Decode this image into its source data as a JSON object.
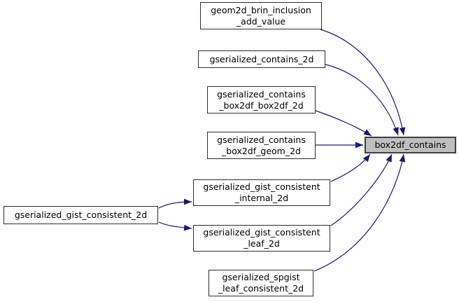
{
  "graph": {
    "kind": "doxygen-caller-graph",
    "colors": {
      "background": "#ffffff",
      "edge": "#191970",
      "node_fill": "#ffffff",
      "node_border": "#2e2e2e",
      "highlight_fill": "#bfbfbf",
      "highlight_border": "#404040",
      "text": "#000000"
    },
    "nodes": [
      {
        "id": "geom2d_brin_inclusion_add_value",
        "lines": [
          "geom2d_brin_inclusion",
          "_add_value"
        ]
      },
      {
        "id": "gserialized_contains_2d",
        "lines": [
          "gserialized_contains_2d"
        ]
      },
      {
        "id": "gserialized_contains_box2df_box2df_2d",
        "lines": [
          "gserialized_contains",
          "_box2df_box2df_2d"
        ]
      },
      {
        "id": "gserialized_contains_box2df_geom_2d",
        "lines": [
          "gserialized_contains",
          "_box2df_geom_2d"
        ]
      },
      {
        "id": "gserialized_gist_consistent_internal_2d",
        "lines": [
          "gserialized_gist_consistent",
          "_internal_2d"
        ]
      },
      {
        "id": "gserialized_gist_consistent_leaf_2d",
        "lines": [
          "gserialized_gist_consistent",
          "_leaf_2d"
        ]
      },
      {
        "id": "gserialized_spgist_leaf_consistent_2d",
        "lines": [
          "gserialized_spgist",
          "_leaf_consistent_2d"
        ]
      },
      {
        "id": "gserialized_gist_consistent_2d",
        "lines": [
          "gserialized_gist_consistent_2d"
        ]
      },
      {
        "id": "box2df_contains",
        "lines": [
          "box2df_contains"
        ],
        "highlighted": true
      }
    ],
    "edges": [
      {
        "from": "geom2d_brin_inclusion_add_value",
        "to": "box2df_contains"
      },
      {
        "from": "gserialized_contains_2d",
        "to": "box2df_contains"
      },
      {
        "from": "gserialized_contains_box2df_box2df_2d",
        "to": "box2df_contains"
      },
      {
        "from": "gserialized_contains_box2df_geom_2d",
        "to": "box2df_contains"
      },
      {
        "from": "gserialized_gist_consistent_internal_2d",
        "to": "box2df_contains"
      },
      {
        "from": "gserialized_gist_consistent_leaf_2d",
        "to": "box2df_contains"
      },
      {
        "from": "gserialized_spgist_leaf_consistent_2d",
        "to": "box2df_contains"
      },
      {
        "from": "gserialized_gist_consistent_2d",
        "to": "gserialized_gist_consistent_internal_2d"
      },
      {
        "from": "gserialized_gist_consistent_2d",
        "to": "gserialized_gist_consistent_leaf_2d"
      }
    ]
  }
}
